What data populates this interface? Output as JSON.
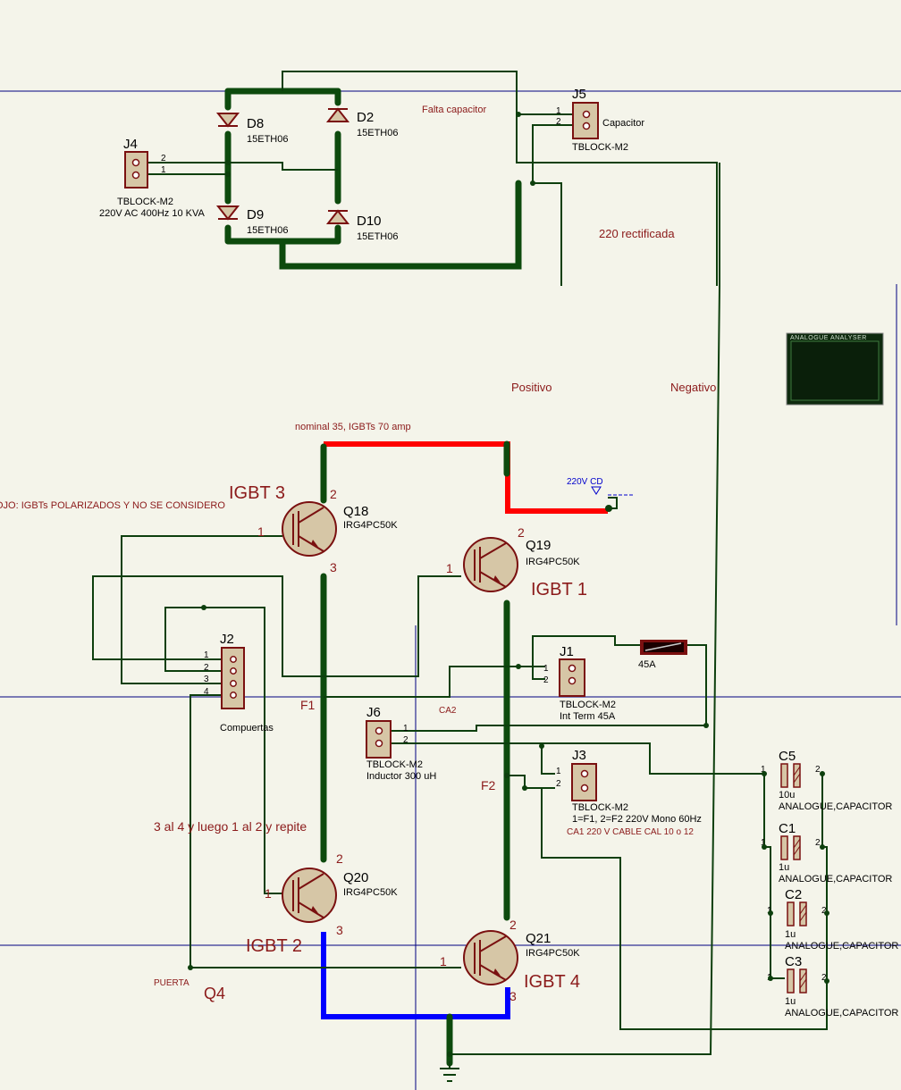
{
  "colors": {
    "background": "#f4f4ea",
    "wire": "#0d3f0d",
    "component": "#7a1010",
    "component_fill": "#d6c6a6",
    "annotation": "#8b1a1a",
    "red_bus": "#ff0000",
    "blue_bus": "#0000ff",
    "guide_line": "#000080",
    "cd_label": "#0000cc"
  },
  "bridge": {
    "d8": {
      "ref": "D8",
      "value": "15ETH06"
    },
    "d2": {
      "ref": "D2",
      "value": "15ETH06"
    },
    "d9": {
      "ref": "D9",
      "value": "15ETH06"
    },
    "d10": {
      "ref": "D10",
      "value": "15ETH06"
    }
  },
  "connectors": {
    "j4": {
      "ref": "J4",
      "value": "TBLOCK-M2",
      "note": "220V AC 400Hz 10 KVA",
      "pins": [
        "2",
        "1"
      ]
    },
    "j5": {
      "ref": "J5",
      "value": "TBLOCK-M2",
      "note": "Capacitor",
      "pins": [
        "1",
        "2"
      ]
    },
    "j2": {
      "ref": "J2",
      "note": "Compuertas",
      "pins": [
        "1",
        "2",
        "3",
        "4"
      ]
    },
    "j1": {
      "ref": "J1",
      "value": "TBLOCK-M2",
      "note": "Int Term 45A",
      "pins": [
        "1",
        "2"
      ]
    },
    "j6": {
      "ref": "J6",
      "value": "TBLOCK-M2",
      "note": "Inductor 300 uH",
      "pins": [
        "1",
        "2"
      ]
    },
    "j3": {
      "ref": "J3",
      "value": "TBLOCK-M2",
      "note": "1=F1, 2=F2 220V Mono 60Hz",
      "pins": [
        "1",
        "2"
      ]
    }
  },
  "transistors": {
    "q18": {
      "ref": "Q18",
      "value": "IRG4PC50K",
      "name": "IGBT 3",
      "pins": [
        "1",
        "2",
        "3"
      ]
    },
    "q19": {
      "ref": "Q19",
      "value": "IRG4PC50K",
      "name": "IGBT 1",
      "pins": [
        "1",
        "2"
      ]
    },
    "q20": {
      "ref": "Q20",
      "value": "IRG4PC50K",
      "name": "IGBT 2",
      "pins": [
        "1",
        "2",
        "3"
      ]
    },
    "q21": {
      "ref": "Q21",
      "value": "IRG4PC50K",
      "name": "IGBT 4",
      "pins": [
        "1",
        "2",
        "3"
      ]
    }
  },
  "fuse": {
    "label": "45A"
  },
  "capacitors": [
    {
      "ref": "C5",
      "value": "10u",
      "type": "ANALOGUE,CAPACITOR"
    },
    {
      "ref": "C1",
      "value": "1u",
      "type": "ANALOGUE,CAPACITOR"
    },
    {
      "ref": "C2",
      "value": "1u",
      "type": "ANALOGUE,CAPACITOR"
    },
    {
      "ref": "C3",
      "value": "1u",
      "type": "ANALOGUE,CAPACITOR"
    }
  ],
  "cap_pins": [
    "1",
    "2"
  ],
  "analyser": {
    "title": "ANALOGUE ANALYSER"
  },
  "annotations": {
    "falta_capacitor": "Falta capacitor",
    "rectificada": "220 rectificada",
    "positivo": "Positivo",
    "negativo": "Negativo",
    "nominal": "nominal 35, IGBTs 70 amp",
    "ojo": "OJO: IGBTs POLARIZADOS Y NO SE CONSIDERO",
    "cd": "220V CD",
    "f1": "F1",
    "f2": "F2",
    "ca2": "CA2",
    "secuencia": "3 al 4 y luego 1 al 2 y repite",
    "puerta": "PUERTA",
    "q4": "Q4",
    "ca1": "CA1 220 V   CABLE CAL 10 o 12"
  }
}
